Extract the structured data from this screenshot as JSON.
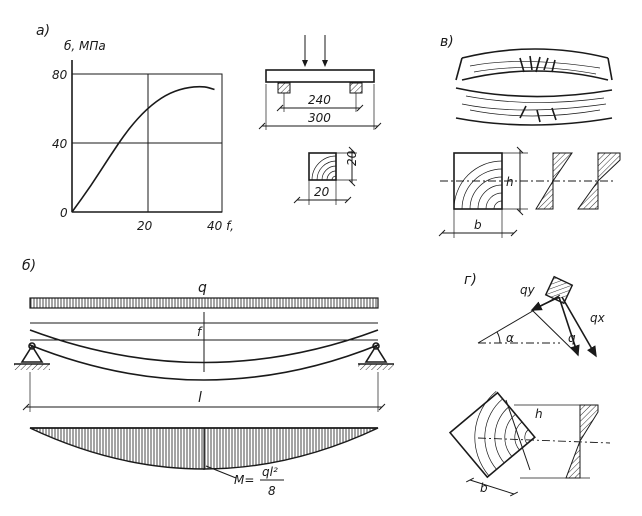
{
  "panels": {
    "a": {
      "label": "а)",
      "y_axis_label": "б, МПа",
      "x_axis_label": "40 f,",
      "y_ticks": [
        "80",
        "40",
        "0"
      ],
      "x_ticks": [
        "20"
      ],
      "load_dim_inner": "240",
      "load_dim_outer": "300",
      "section_dim_h": "20",
      "section_dim_w": "20"
    },
    "b": {
      "label": "б)",
      "load_label": "q",
      "deflection_label": "f",
      "span_label": "l",
      "moment_formula_left": "M=",
      "moment_formula_num": "ql²",
      "moment_formula_den": "8"
    },
    "c": {
      "label": "в)",
      "height_label": "h",
      "width_label": "b"
    },
    "d": {
      "label": "г)",
      "qy_label": "qy",
      "qx_label": "qx",
      "q_label": "q",
      "angle_label": "α",
      "height_label": "h",
      "width_label": "b"
    }
  },
  "chart_data": {
    "type": "line",
    "title": "",
    "xlabel": "f,",
    "ylabel": "б, МПа",
    "xlim": [
      0,
      40
    ],
    "ylim": [
      0,
      80
    ],
    "x": [
      0,
      5,
      10,
      15,
      20,
      25,
      30,
      35,
      38
    ],
    "series": [
      {
        "values": [
          0,
          15,
          32,
          48,
          60,
          68,
          72,
          73,
          71
        ]
      }
    ]
  }
}
